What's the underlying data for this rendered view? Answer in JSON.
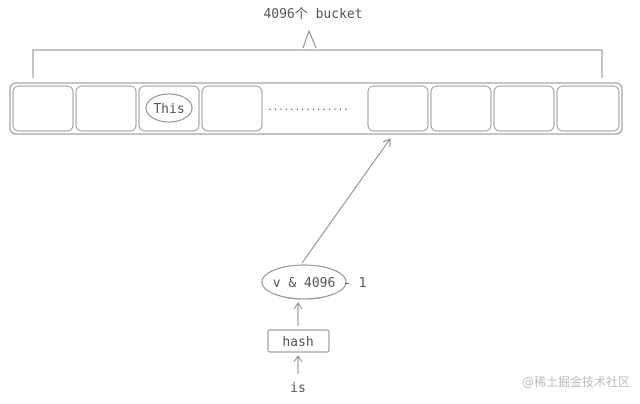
{
  "title": "4096个 bucket",
  "bucket_label": "This",
  "ellipsis": "...............",
  "formula_inner": "v & 4096",
  "formula_suffix": "- 1",
  "hash_label": "hash",
  "input_label": "is",
  "watermark": "@稀土掘金技术社区"
}
